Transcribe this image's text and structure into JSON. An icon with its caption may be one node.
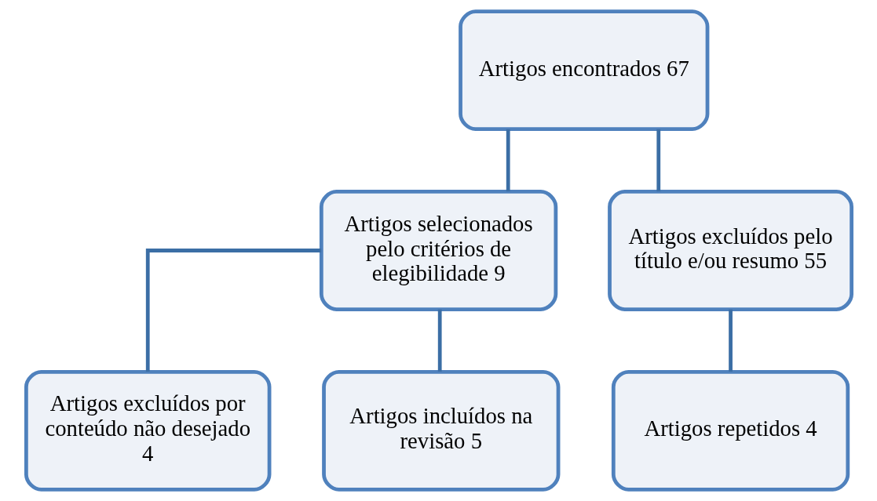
{
  "diagram": {
    "nodes": [
      {
        "text": [
          "Artigos encontrados 67"
        ]
      },
      {
        "text": [
          "Artigos selecionados pelo critérios de elegibilidade 9"
        ]
      },
      {
        "text": [
          "Artigos excluídos pelo título e/ou resumo 55"
        ]
      },
      {
        "text": [
          "Artigos excluídos por conteúdo não desejado 4"
        ]
      },
      {
        "text": [
          "Artigos incluídos na revisão 5"
        ]
      },
      {
        "text": [
          "Artigos repetidos 4"
        ]
      }
    ],
    "edges": [
      {
        "from": 0,
        "to": 1,
        "arrow": "none"
      },
      {
        "from": 0,
        "to": 2,
        "arrow": "none"
      },
      {
        "from": 1,
        "to": 3,
        "arrow": "none"
      },
      {
        "from": 1,
        "to": 4,
        "arrow": "none"
      },
      {
        "from": 2,
        "to": 5,
        "arrow": "none"
      }
    ]
  }
}
